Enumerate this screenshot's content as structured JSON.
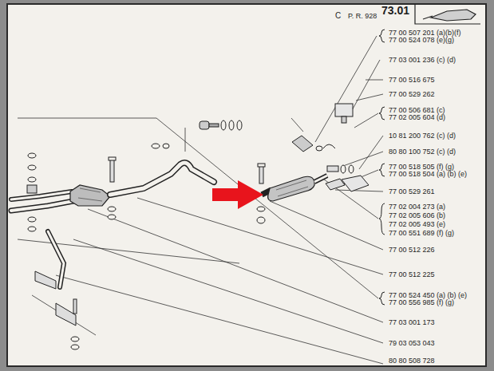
{
  "diagram": {
    "labels": [
      "73.01",
      "C",
      "P. R. 928",
      "77 00 507 201 (a)(b)(f)",
      "77 00 524 078 (e)(g)",
      "77 03 001 236 (c) (d)",
      "77 00 516 675",
      "77 00 529 262",
      "77 00 506 681 (c)",
      "77 02 005 604 (d)",
      "10 81 200 762 (c) (d)",
      "80 80 100 752 (c) (d)",
      "77 00 518 505 (f) (g)",
      "77 00 518 504 (a) (b) (e)",
      "77 00 529 261",
      "77 02 004 273 (a)",
      "77 02 005 606 (b)",
      "77 02 005 493 (e)",
      "77 00 551 689 (f) (g)",
      "77 00 512 226",
      "77 00 512 225",
      "77 00 524 450 (a) (b) (e)",
      "77 00 556 985 (f) (g)",
      "77 03 001 173",
      "79 03 053 043",
      "80 80 508 728"
    ]
  }
}
